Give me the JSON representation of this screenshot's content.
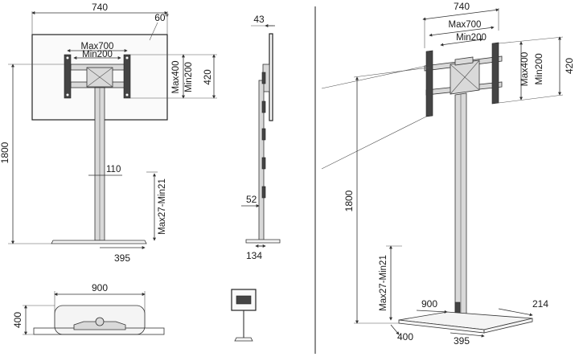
{
  "front_view": {
    "screen_size": "60″",
    "width": "740",
    "vesa_max_w": "Max700",
    "vesa_min_w": "Min200",
    "vesa_max_h": "Max400",
    "vesa_min_h": "Min200",
    "height_420": "420",
    "height_1800": "1800",
    "pole_110": "110",
    "bracket_range": "Max27-Min21",
    "base_depth": "395"
  },
  "side_view": {
    "depth_43": "43",
    "pole_52": "52",
    "base_134": "134"
  },
  "top_view": {
    "width_900": "900",
    "depth_400": "400"
  },
  "iso_view": {
    "width": "740",
    "vesa_max_w": "Max700",
    "vesa_min_w": "Min200",
    "vesa_max_h": "Max400",
    "vesa_min_h": "Min200",
    "height_420": "420",
    "height_1800": "1800",
    "bracket_range": "Max27-Min21",
    "base_900": "900",
    "base_214": "214",
    "base_400": "400",
    "base_395": "395"
  }
}
